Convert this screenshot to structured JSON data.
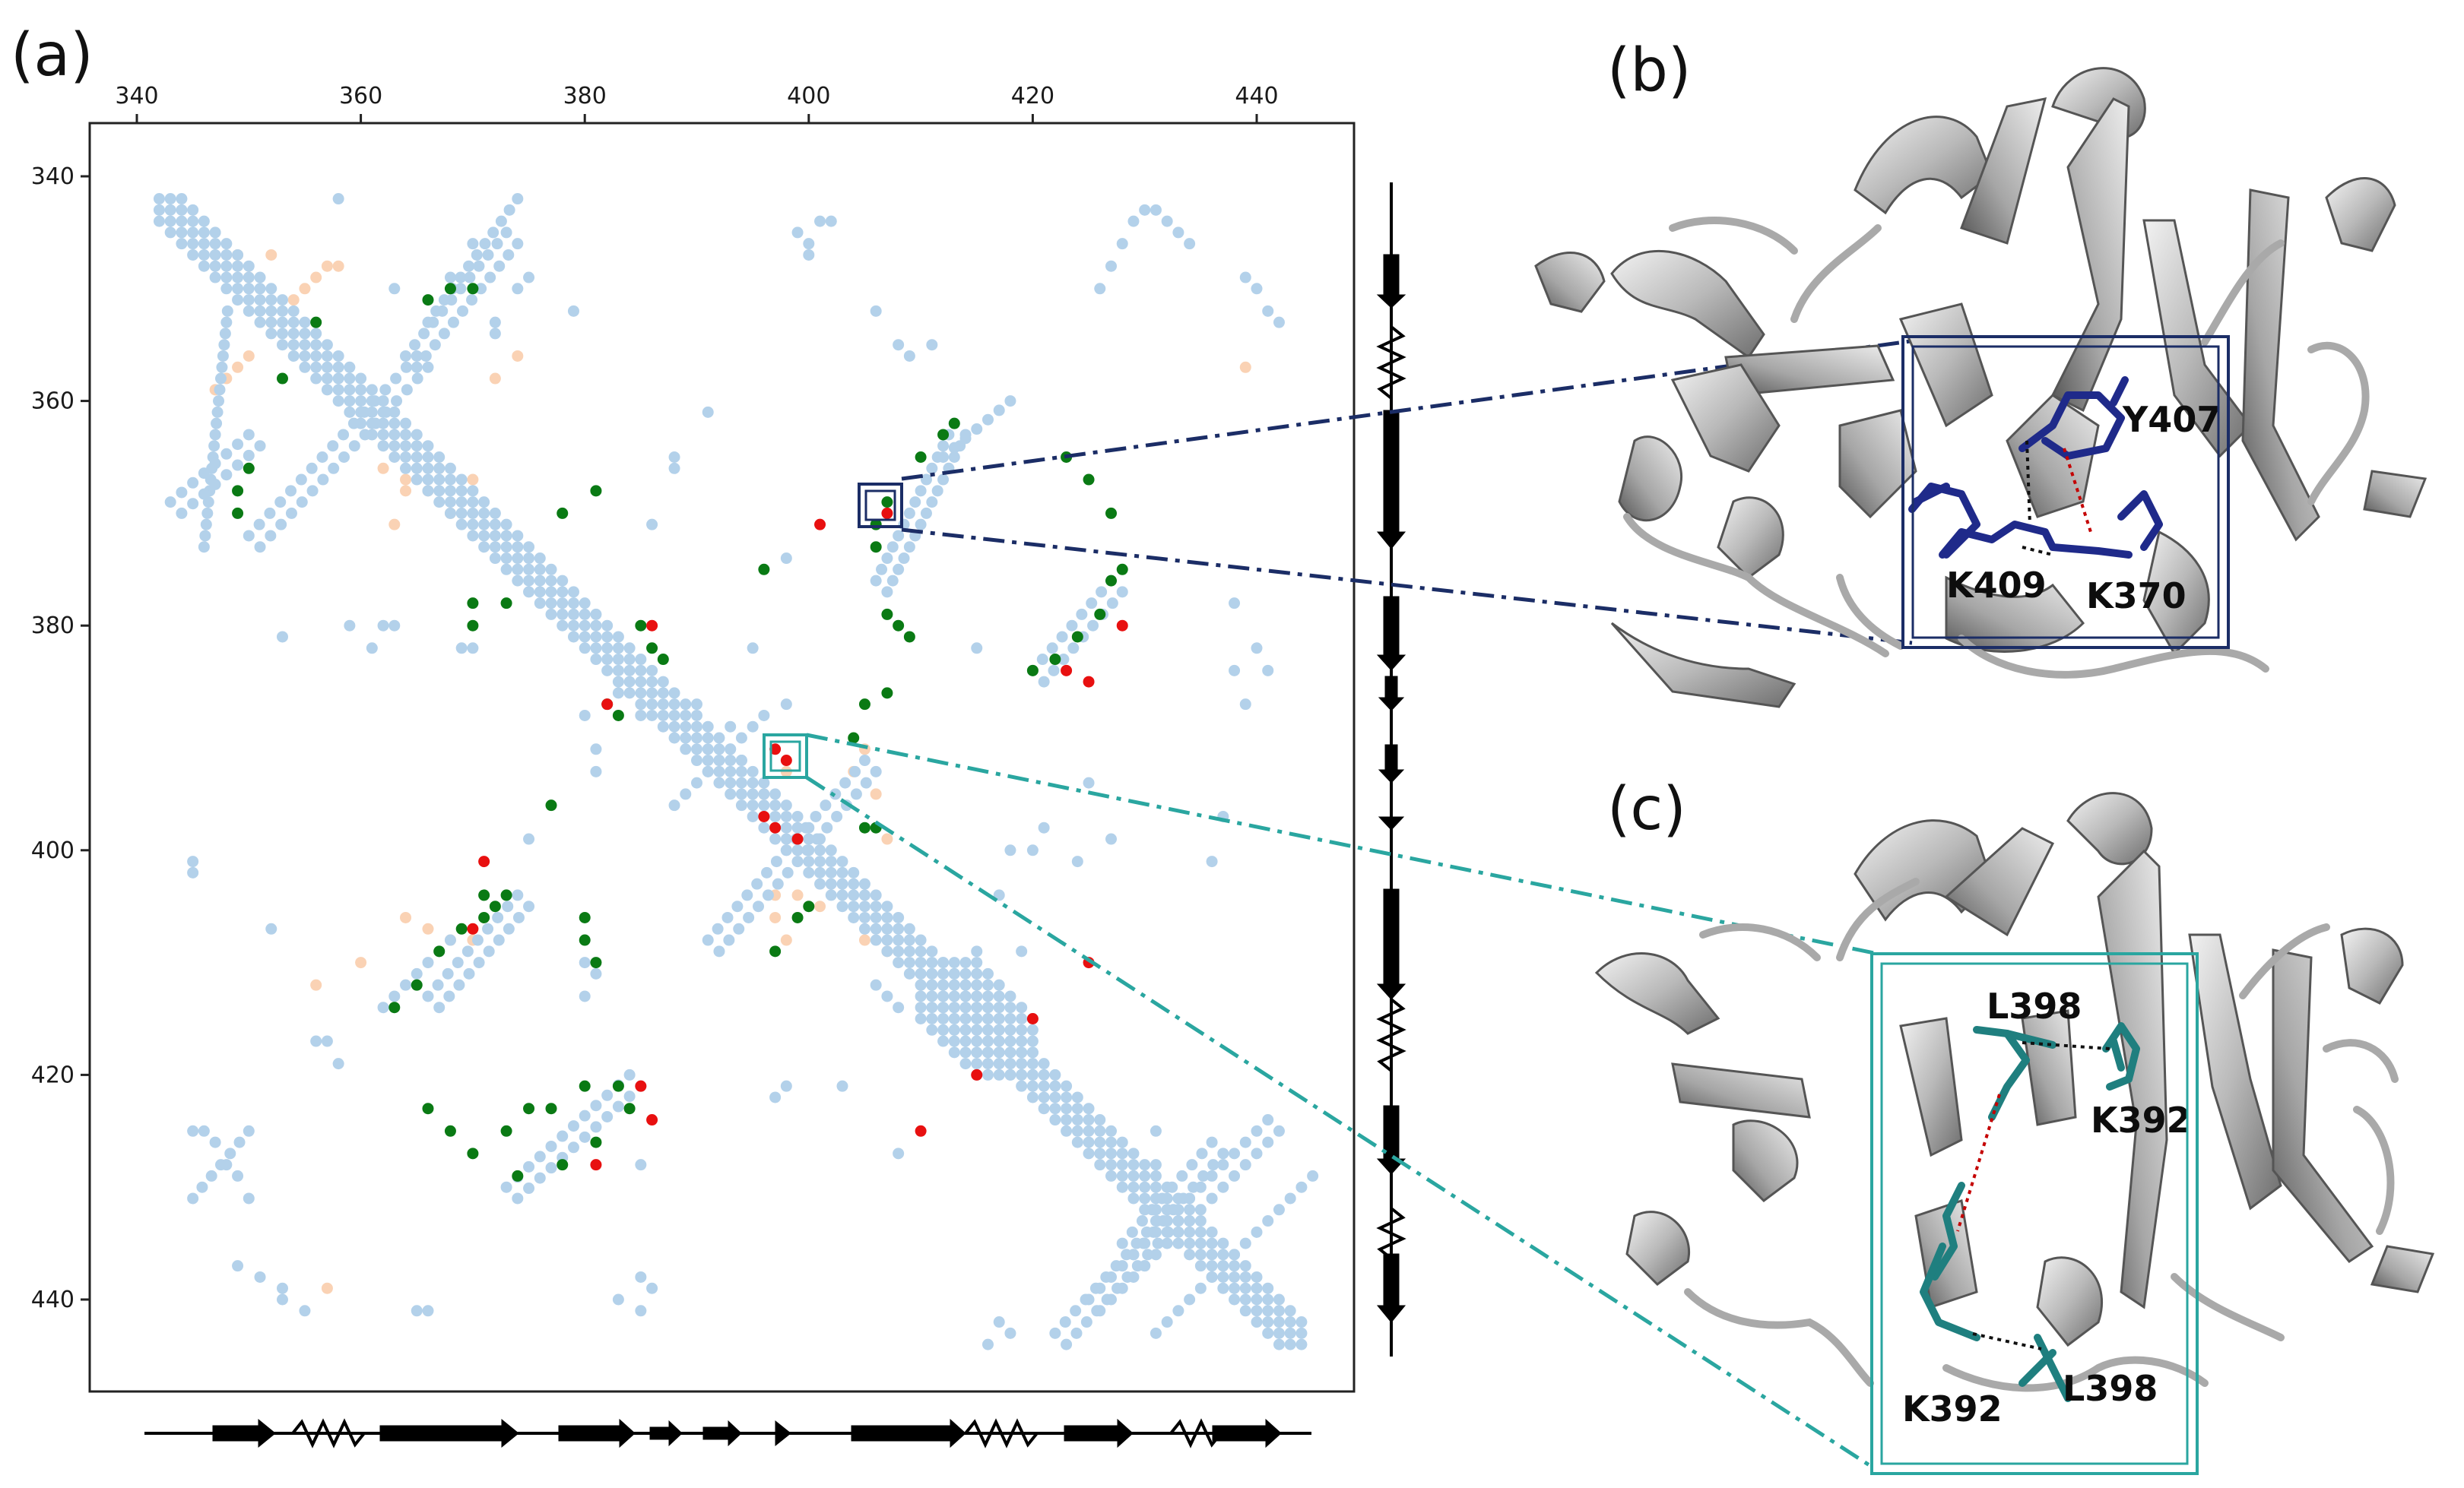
{
  "panels": {
    "a": "(a)",
    "b": "(b)",
    "c": "(c)"
  },
  "contact_map": {
    "x_ticks": [
      "340",
      "360",
      "380",
      "400",
      "420",
      "440"
    ],
    "y_ticks": [
      "340",
      "360",
      "380",
      "400",
      "420",
      "440"
    ],
    "axis_range": [
      339,
      449
    ],
    "secondary_structure": [
      "sheet",
      "helix",
      "sheet",
      "sheet",
      "sheet",
      "sheet",
      "sheet",
      "sheet",
      "helix",
      "sheet",
      "helix",
      "sheet"
    ]
  },
  "structures": {
    "b": {
      "labels": [
        "Y407",
        "K409",
        "K370"
      ],
      "color": "#1f2a8a",
      "box_color": "#1b2d66"
    },
    "c": {
      "labels": [
        "L398",
        "K392",
        "K392",
        "L398"
      ],
      "color": "#1f7f7f",
      "box_color": "#2aa6a0"
    }
  },
  "colors": {
    "contact_blue": "#b3d1ea",
    "contact_orange": "#fad2b4",
    "contact_green": "#0a7a14",
    "contact_red": "#e81010",
    "dashed_blue": "#1b2d66",
    "dashed_teal": "#2aa6a0"
  },
  "chart_data": {
    "type": "scatter",
    "title": "",
    "xlabel": "",
    "ylabel": "",
    "xlim": [
      339,
      449
    ],
    "ylim": [
      449,
      339
    ],
    "series": [
      {
        "name": "",
        "color": "#b3d1ea",
        "description": "diagonal band and beta-sheet contacts"
      },
      {
        "name": "",
        "color": "#fad2b4"
      },
      {
        "name": "",
        "color": "#0a7a14",
        "points": [
          [
            350,
            366
          ],
          [
            349,
            368
          ],
          [
            349,
            370
          ],
          [
            356,
            353
          ],
          [
            353,
            358
          ],
          [
            366,
            351
          ],
          [
            368,
            350
          ],
          [
            370,
            350
          ],
          [
            381,
            368
          ],
          [
            378,
            370
          ],
          [
            370,
            378
          ],
          [
            370,
            380
          ],
          [
            373,
            378
          ],
          [
            385,
            380
          ],
          [
            386,
            382
          ],
          [
            387,
            383
          ],
          [
            382,
            387
          ],
          [
            383,
            388
          ],
          [
            377,
            396
          ],
          [
            380,
            406
          ],
          [
            380,
            408
          ],
          [
            381,
            410
          ],
          [
            371,
            404
          ],
          [
            372,
            405
          ],
          [
            373,
            404
          ],
          [
            363,
            414
          ],
          [
            365,
            412
          ],
          [
            367,
            409
          ],
          [
            369,
            407
          ],
          [
            371,
            406
          ],
          [
            373,
            425
          ],
          [
            375,
            423
          ],
          [
            377,
            423
          ],
          [
            380,
            421
          ],
          [
            383,
            421
          ],
          [
            384,
            423
          ],
          [
            374,
            429
          ],
          [
            378,
            428
          ],
          [
            381,
            426
          ],
          [
            366,
            423
          ],
          [
            368,
            425
          ],
          [
            370,
            427
          ],
          [
            396,
            375
          ],
          [
            397,
            409
          ],
          [
            399,
            406
          ],
          [
            400,
            405
          ],
          [
            404,
            390
          ],
          [
            405,
            387
          ],
          [
            407,
            386
          ],
          [
            405,
            398
          ],
          [
            406,
            398
          ],
          [
            406,
            371
          ],
          [
            406,
            373
          ],
          [
            407,
            369
          ],
          [
            410,
            365
          ],
          [
            412,
            363
          ],
          [
            413,
            362
          ],
          [
            407,
            379
          ],
          [
            408,
            380
          ],
          [
            409,
            381
          ],
          [
            420,
            384
          ],
          [
            422,
            383
          ],
          [
            424,
            381
          ],
          [
            426,
            379
          ],
          [
            427,
            376
          ],
          [
            428,
            375
          ],
          [
            423,
            365
          ],
          [
            425,
            367
          ],
          [
            427,
            370
          ]
        ]
      },
      {
        "name": "",
        "color": "#e81010",
        "points": [
          [
            401,
            371
          ],
          [
            407,
            370
          ],
          [
            397,
            391
          ],
          [
            398,
            392
          ],
          [
            386,
            380
          ],
          [
            382,
            387
          ],
          [
            396,
            397
          ],
          [
            397,
            398
          ],
          [
            399,
            399
          ],
          [
            371,
            401
          ],
          [
            370,
            407
          ],
          [
            410,
            425
          ],
          [
            415,
            420
          ],
          [
            420,
            415
          ],
          [
            425,
            410
          ],
          [
            423,
            384
          ],
          [
            425,
            385
          ],
          [
            428,
            380
          ],
          [
            381,
            428
          ],
          [
            385,
            421
          ],
          [
            386,
            424
          ]
        ]
      }
    ]
  }
}
